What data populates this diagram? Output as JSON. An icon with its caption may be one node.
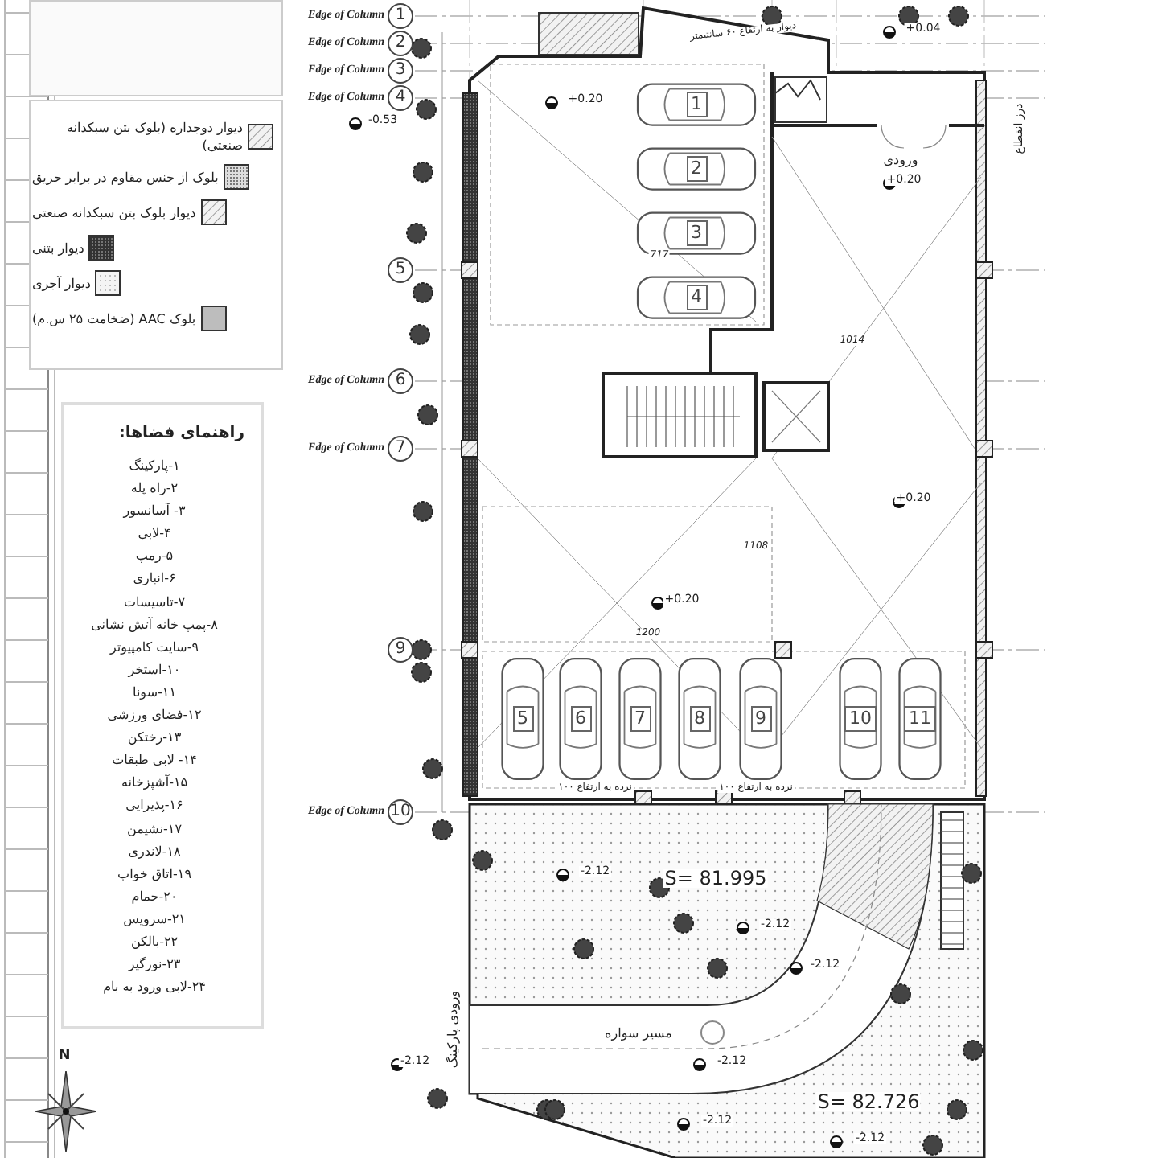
{
  "diagram": {
    "nodes": [
      {
        "text": [
          "1"
        ],
        "beside": [
          "Edge of Column"
        ]
      },
      {
        "text": [
          "2"
        ],
        "beside": [
          "Edge of Column"
        ]
      },
      {
        "text": [
          "3"
        ],
        "beside": [
          "Edge of Column"
        ]
      },
      {
        "text": [
          "4"
        ],
        "beside": [
          "Edge of Column"
        ]
      },
      {
        "text": [
          "5"
        ]
      },
      {
        "text": [
          "6"
        ],
        "beside": [
          "Edge of Column"
        ]
      },
      {
        "text": [
          "7"
        ],
        "beside": [
          "Edge of Column"
        ]
      },
      {
        "text": [
          "9"
        ]
      },
      {
        "text": [
          "10"
        ],
        "beside": [
          "Edge of Column"
        ]
      },
      {
        "text": [
          "1"
        ]
      },
      {
        "text": [
          "2"
        ]
      },
      {
        "text": [
          "3"
        ]
      },
      {
        "text": [
          "4"
        ]
      },
      {
        "text": [
          "5"
        ]
      },
      {
        "text": [
          "6"
        ]
      },
      {
        "text": [
          "7"
        ]
      },
      {
        "text": [
          "8"
        ]
      },
      {
        "text": [
          "9"
        ]
      },
      {
        "text": [
          "10"
        ]
      },
      {
        "text": [
          "11"
        ]
      }
    ],
    "labels": [
      "راهنمای فضاها:",
      "۱-پارکینگ",
      "۲-راه پله",
      "۳- آسانسور",
      "۴-لابی",
      "۵-رمپ",
      "۶-انباری",
      "۷-تاسیسات",
      "۸-پمپ خانه آتش نشانی",
      "۹-سایت کامپیوتر",
      "۱۰-استخر",
      "۱۱-سونا",
      "۱۲-فضای ورزشی",
      "۱۳-رختکن",
      "۱۴- لابی طبقات",
      "۱۵-آشپزخانه",
      "۱۶-پذیرایی",
      "۱۷-نشیمن",
      "۱۸-لاندری",
      "۱۹-اتاق خواب",
      "۲۰-حمام",
      "۲۱-سرویس",
      "۲۲-بالکن",
      "۲۳-نورگیر",
      "۲۴-لابی ورود به بام",
      "N",
      "ورودی",
      "درز انقطاع",
      "+0.20",
      "+0.04",
      "-0.53",
      "+0.20",
      "+0.20",
      "+0.20",
      "1108",
      "1200",
      "1014",
      "717",
      "نرده به ارتفاع ۱۰۰",
      "نرده به ارتفاع ۱۰۰",
      "S= 81.995",
      "-2.12",
      "-2.12",
      "-2.12",
      "مسیر سواره",
      "ورودی پارکینگ",
      "-2.12",
      "-2.12",
      "S= 82.726",
      "-2.12",
      "-2.12",
      "دیوار به ارتفاع ۶۰ سانتیمتر"
    ],
    "legend": [
      {
        "text": "دیوار دوجداره (بلوک بتن سبکدانه صنعتی)"
      },
      {
        "text": "بلوک از جنس مقاوم در برابر حریق"
      },
      {
        "text": "دیوار بلوک بتن سبکدانه صنعتی"
      },
      {
        "text": "دیوار بتنی"
      },
      {
        "text": "دیوار آجری"
      },
      {
        "text": "بلوک AAC (ضخامت ۲۵ س.م)",
        "color": "#bdbdbd"
      }
    ]
  }
}
